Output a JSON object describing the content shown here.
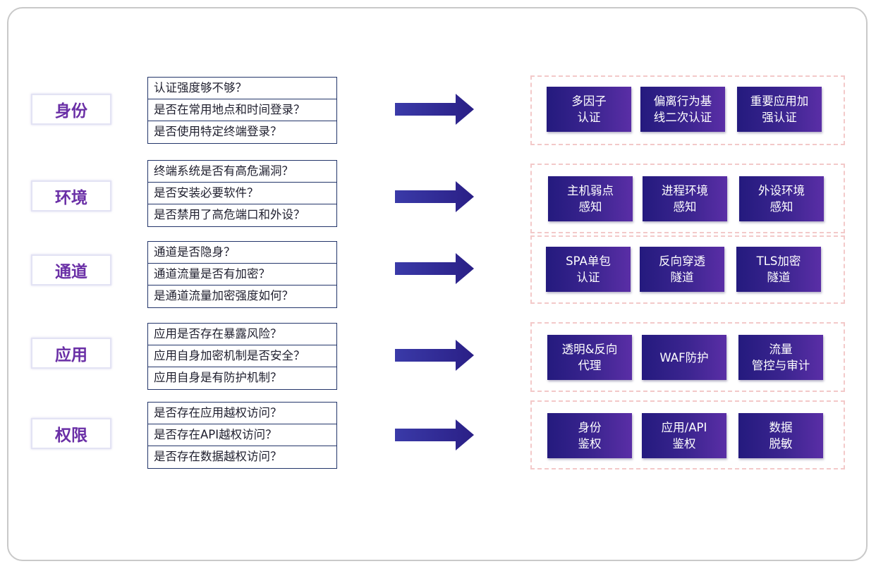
{
  "rows": [
    {
      "category": "身份",
      "questions": [
        "认证强度够不够？",
        "是否在常用地点和时间登录？",
        "是否使用特定终端登录？"
      ],
      "tiles": [
        "多因子\n认证",
        "偏离行为基\n线二次认证",
        "重要应用加\n强认证"
      ]
    },
    {
      "category": "环境",
      "questions": [
        "终端系统是否有高危漏洞？",
        "是否安装必要软件？",
        "是否禁用了高危端口和外设？"
      ],
      "tiles": [
        "主机弱点\n感知",
        "进程环境\n感知",
        "外设环境\n感知"
      ]
    },
    {
      "category": "通道",
      "questions": [
        "通道是否隐身？",
        "通道流量是否有加密？",
        "是通道流量加密强度如何？"
      ],
      "tiles": [
        "SPA单包\n认证",
        "反向穿透\n隧道",
        "TLS加密\n隧道"
      ]
    },
    {
      "category": "应用",
      "questions": [
        "应用是否存在暴露风险？",
        "应用自身加密机制是否安全？",
        "应用自身是有防护机制？"
      ],
      "tiles": [
        "透明&反向\n代理",
        "WAF防护",
        "流量\n管控与审计"
      ]
    },
    {
      "category": "权限",
      "questions": [
        "是否存在应用越权访问？",
        "是否存在API越权访问？",
        "是否存在数据越权访问？"
      ],
      "tiles": [
        "身份\n鉴权",
        "应用/API\n鉴权",
        "数据\n脱敏"
      ]
    }
  ],
  "colors": {
    "category_text": "#6a2fa6",
    "question_border": "#23356a",
    "arrow": "#2b2590",
    "group_border": "#f3c9c9",
    "tile_gradient": [
      "#241a7e",
      "#5a2ea6"
    ]
  }
}
